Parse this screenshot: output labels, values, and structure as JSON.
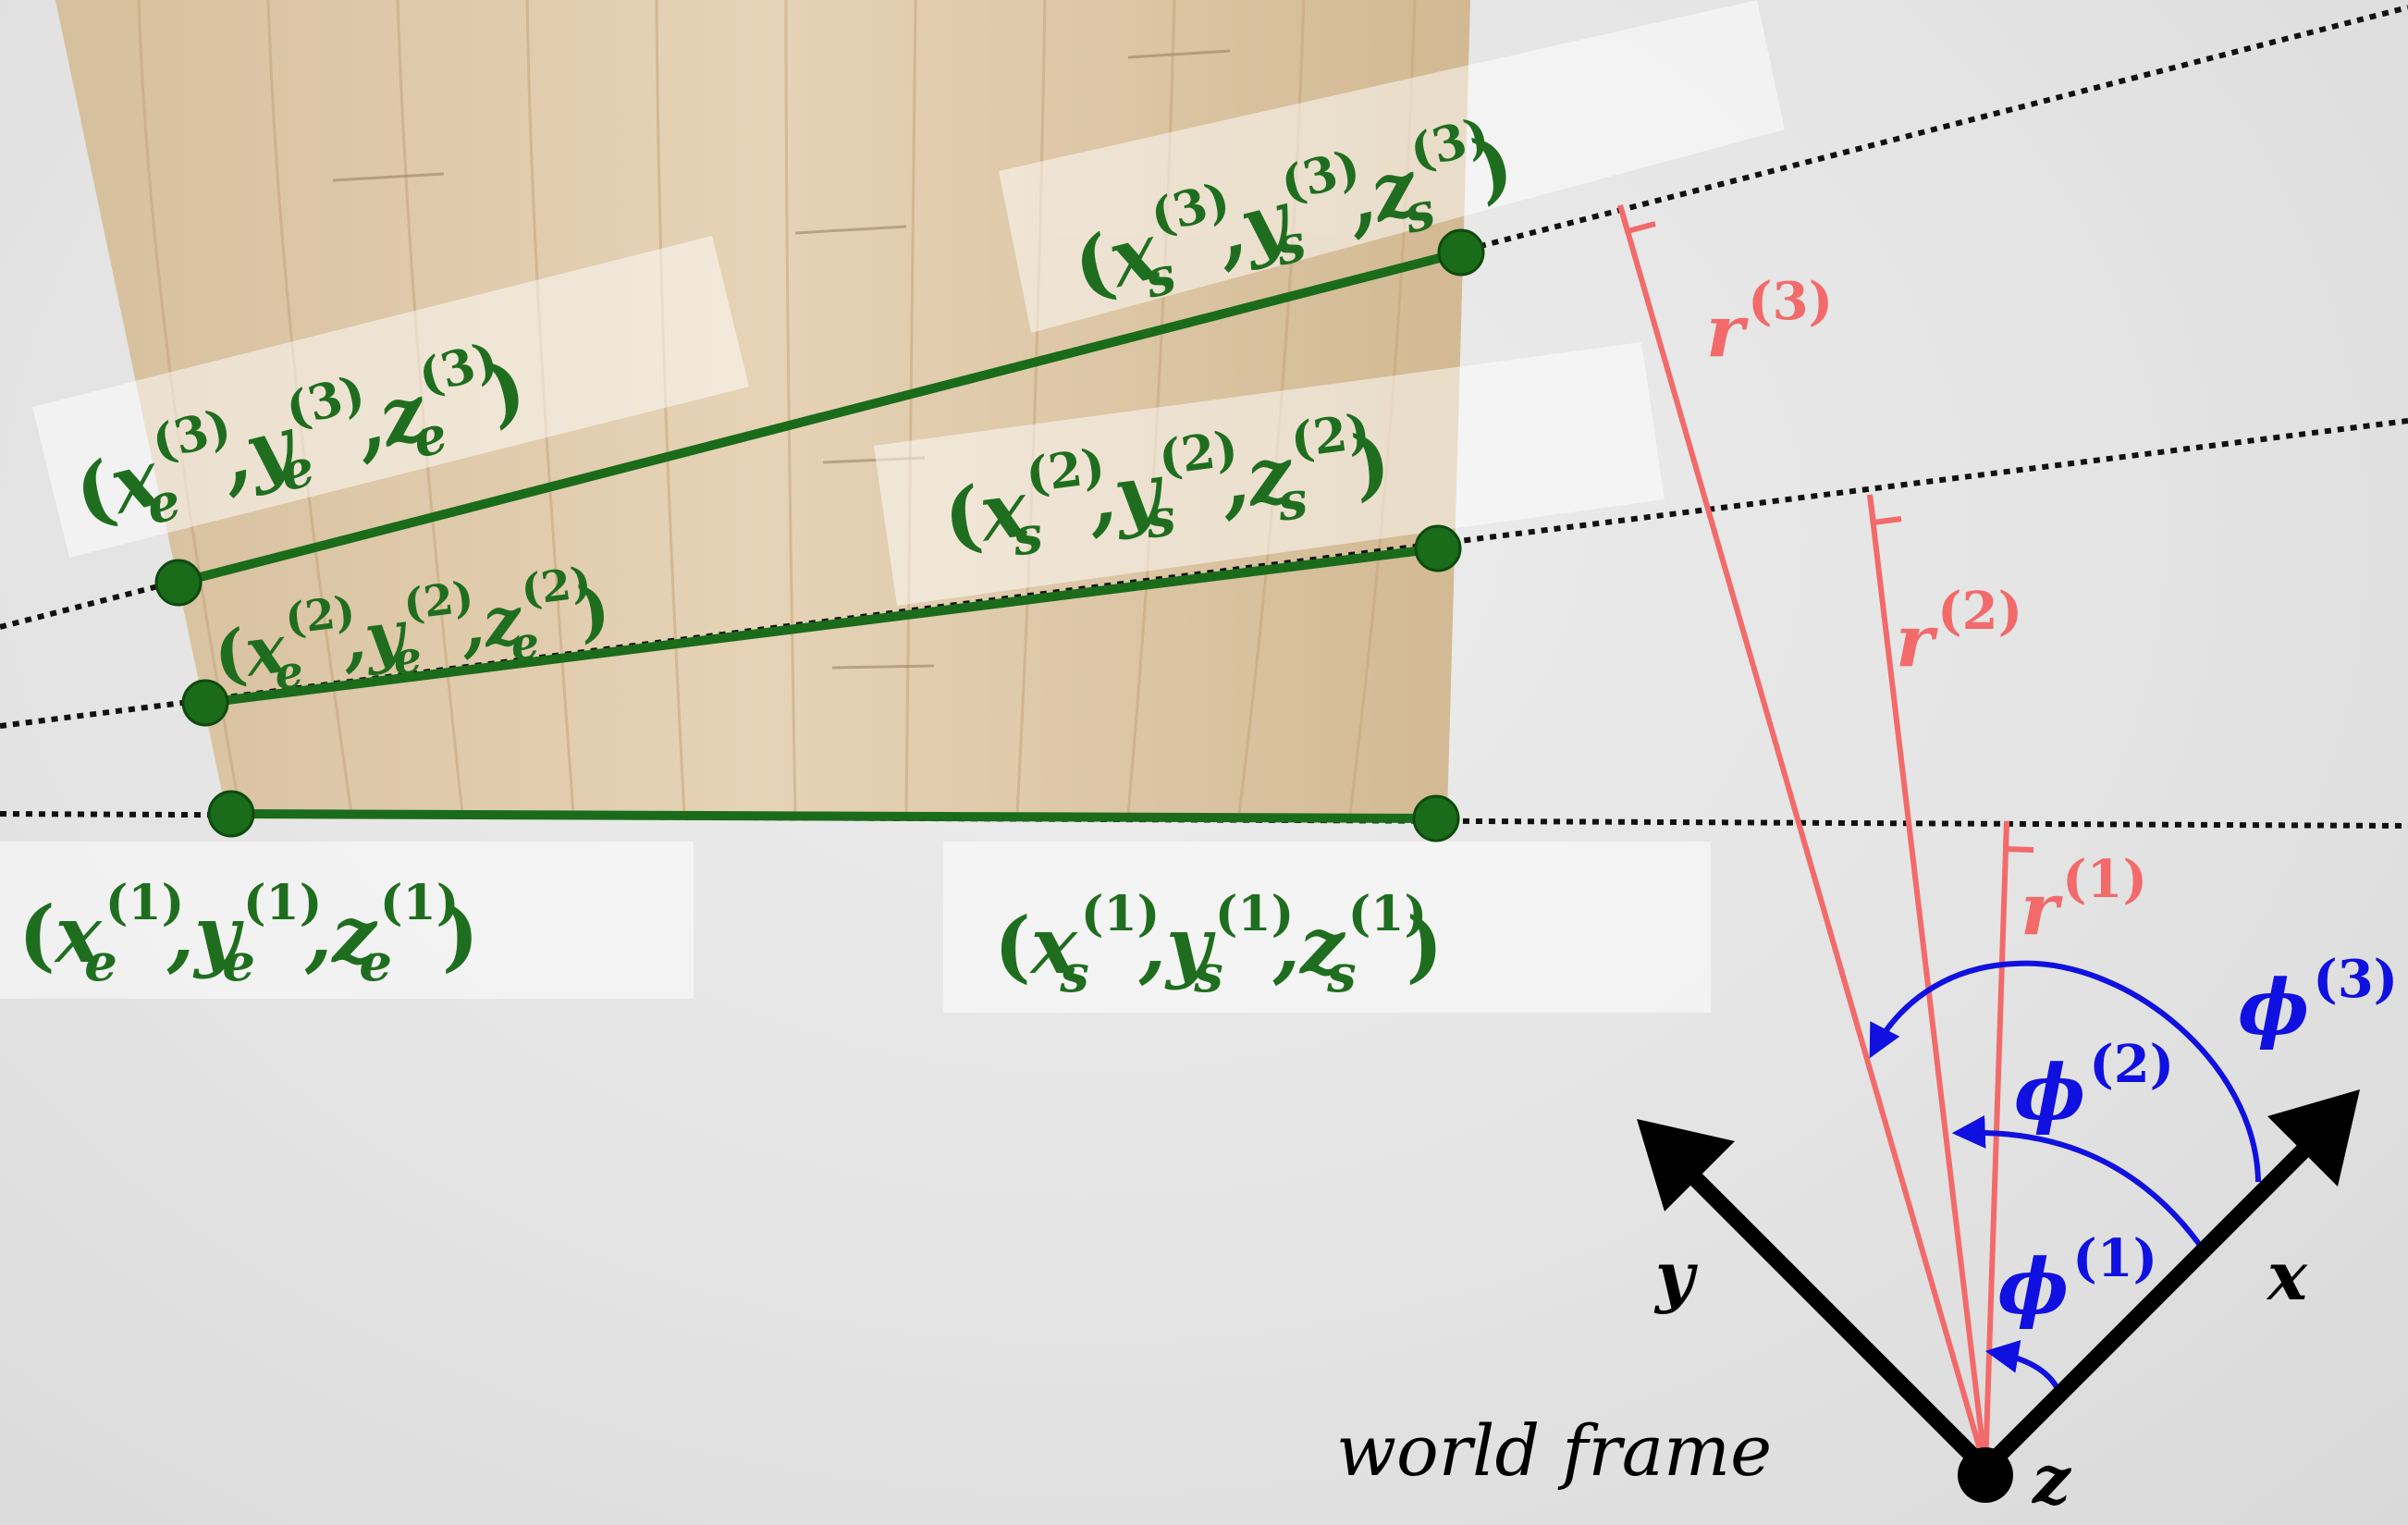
{
  "colors": {
    "line_green": "#1a6b1a",
    "label_green": "#1f6e1f",
    "radius_red": "#f26a6a",
    "angle_blue": "#1010e0",
    "axis_black": "#000000",
    "dotted": "#111111",
    "wood_light": "#e2cfb2",
    "wood_dark": "#cbb08a"
  },
  "segments": [
    {
      "id": "1",
      "end_label": {
        "open": "(",
        "x": "x",
        "x_sub": "e",
        "y": "y",
        "y_sub": "e",
        "z": "z",
        "z_sub": "e",
        "sup": "(1)",
        "close": ")"
      },
      "start_label": {
        "open": "(",
        "x": "x",
        "x_sub": "s",
        "y": "y",
        "y_sub": "s",
        "z": "z",
        "z_sub": "s",
        "sup": "(1)",
        "close": ")"
      }
    },
    {
      "id": "2",
      "end_label": {
        "open": "(",
        "x": "x",
        "x_sub": "e",
        "y": "y",
        "y_sub": "e",
        "z": "z",
        "z_sub": "e",
        "sup": "(2)",
        "close": ")"
      },
      "start_label": {
        "open": "(",
        "x": "x",
        "x_sub": "s",
        "y": "y",
        "y_sub": "s",
        "z": "z",
        "z_sub": "s",
        "sup": "(2)",
        "close": ")"
      }
    },
    {
      "id": "3",
      "end_label": {
        "open": "(",
        "x": "x",
        "x_sub": "e",
        "y": "y",
        "y_sub": "e",
        "z": "z",
        "z_sub": "e",
        "sup": "(3)",
        "close": ")"
      },
      "start_label": {
        "open": "(",
        "x": "x",
        "x_sub": "s",
        "y": "y",
        "y_sub": "s",
        "z": "z",
        "z_sub": "s",
        "sup": "(3)",
        "close": ")"
      }
    }
  ],
  "radii": [
    {
      "sym": "r",
      "sup": "(1)"
    },
    {
      "sym": "r",
      "sup": "(2)"
    },
    {
      "sym": "r",
      "sup": "(3)"
    }
  ],
  "angles": [
    {
      "sym": "ϕ",
      "sup": "(1)"
    },
    {
      "sym": "ϕ",
      "sup": "(2)"
    },
    {
      "sym": "ϕ",
      "sup": "(3)"
    }
  ],
  "axes": {
    "x": "x",
    "y": "y",
    "z": "z"
  },
  "frame_label": "world frame"
}
